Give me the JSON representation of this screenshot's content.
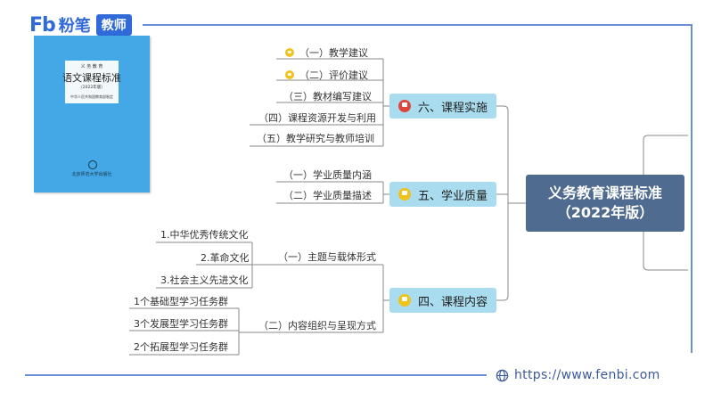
{
  "brand": {
    "logo_text": "Fb",
    "name": "粉笔",
    "tag": "教师"
  },
  "book": {
    "series": "义 务 教 育",
    "title": "语文课程标准",
    "edition": "（2022年版）",
    "publisher_top": "中华人民共和国教育部制定",
    "publisher": "北京师范大学出版社"
  },
  "center": {
    "line1": "义务教育课程标准",
    "line2": "（2022年版）"
  },
  "branch_six": {
    "label": "六、课程实施",
    "items": [
      "（一）教学建议",
      "（二）评价建议",
      "（三）教材编写建议",
      "（四）课程资源开发与利用",
      "（五）教学研究与教师培训"
    ]
  },
  "branch_five": {
    "label": "五、学业质量",
    "items": [
      "（一）学业质量内涵",
      "（二）学业质量描述"
    ]
  },
  "branch_four": {
    "label": "四、课程内容",
    "sub1": {
      "label": "（一）主题与载体形式",
      "items": [
        "1.中华优秀传统文化",
        "2.革命文化",
        "3.社会主义先进文化"
      ]
    },
    "sub2": {
      "label": "（二）内容组织与呈现方式",
      "items": [
        "1个基础型学习任务群",
        "3个发展型学习任务群",
        "2个拓展型学习任务群"
      ]
    }
  },
  "footer": {
    "url": "https://www.fenbi.com"
  },
  "colors": {
    "frame": "#6a8fd8",
    "connector": "#8a8a8a",
    "branch": "#a9dcef",
    "center": "#4f6b8f",
    "brand": "#2f6ad8"
  }
}
